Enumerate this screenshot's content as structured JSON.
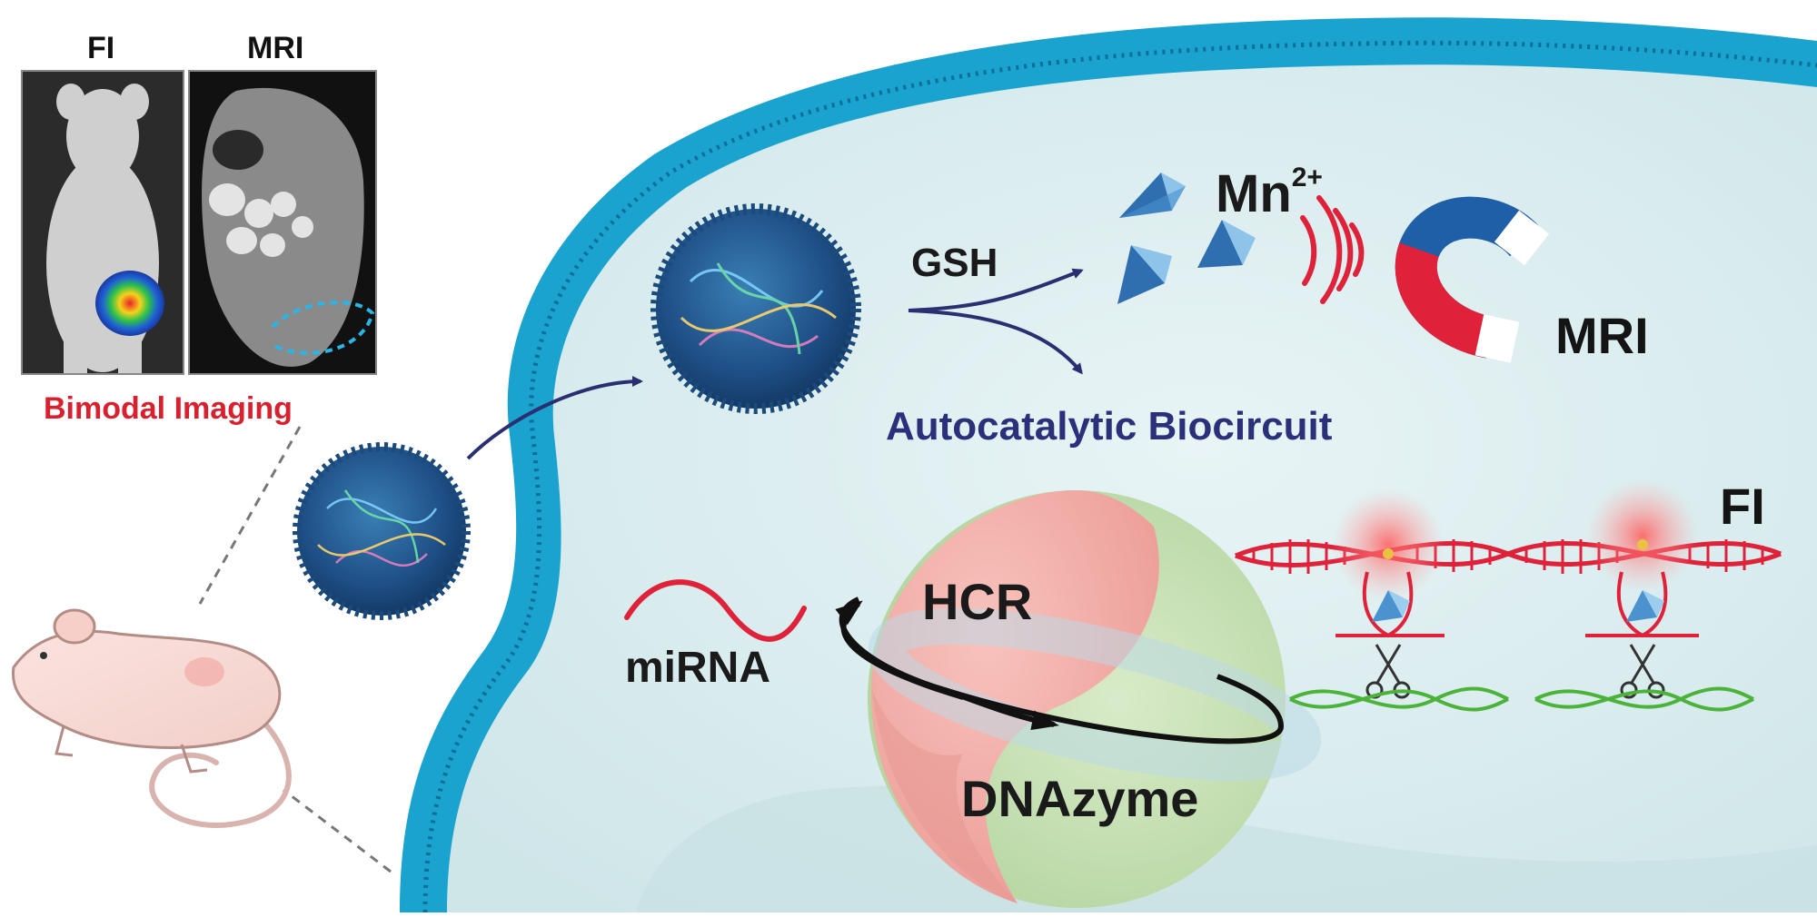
{
  "panel": {
    "fi_title": "FI",
    "mri_title": "MRI",
    "caption": "Bimodal Imaging"
  },
  "labels": {
    "gsh": "GSH",
    "mn": "Mn",
    "mn_charge": "2+",
    "mri": "MRI",
    "autocatalytic": "Autocatalytic Biocircuit",
    "fi": "FI",
    "hcr": "HCR",
    "dnazyme": "DNAzyme",
    "mirna": "miRNA"
  },
  "colors": {
    "membrane": "#1aa3cf",
    "cytoplasm": "#d9ecee",
    "arrow": "#2a2f72",
    "caption_red": "#d8202f",
    "hcr_pink": "#f3aaa6",
    "dnazyme_green": "#c2deb0",
    "dna_red": "#e02b34",
    "dna_green": "#4cb33a",
    "magnet_blue": "#1f5fa8",
    "magnet_red": "#e0213a",
    "tetra_blue": "#4a93cf"
  }
}
